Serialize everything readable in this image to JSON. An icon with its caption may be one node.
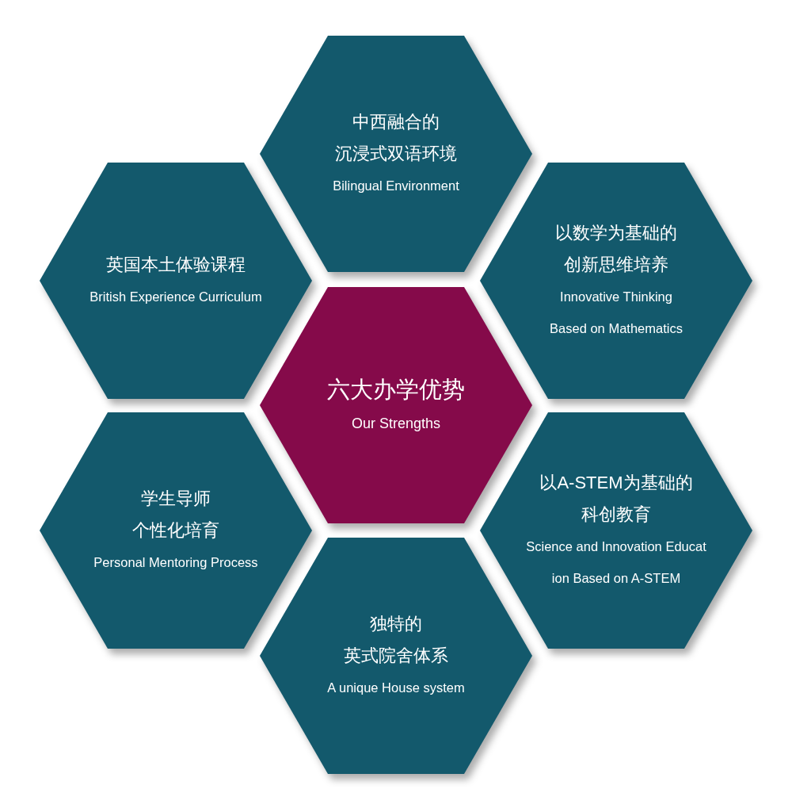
{
  "diagram": {
    "nodes": [
      {
        "text": [
          "中西融合的沉浸式双语环境",
          "Bilingual Environment"
        ]
      },
      {
        "text": [
          "英国本土体验课程",
          "British Experience Curriculum"
        ]
      },
      {
        "text": [
          "以数学为基础的创新思维培养",
          "Innovative Thinking Based on Mathematics"
        ]
      },
      {
        "text": [
          "六大办学优势",
          "Our Strengths"
        ]
      },
      {
        "text": [
          "学生导师个性化培育",
          "Personal Mentoring Process"
        ]
      },
      {
        "text": [
          "以A-STEM为基础的科创教育",
          "Science and Innovation Educat ion Based on A-STEM"
        ]
      },
      {
        "text": [
          "独特的英式院舍体系",
          "A unique House system"
        ]
      }
    ]
  }
}
